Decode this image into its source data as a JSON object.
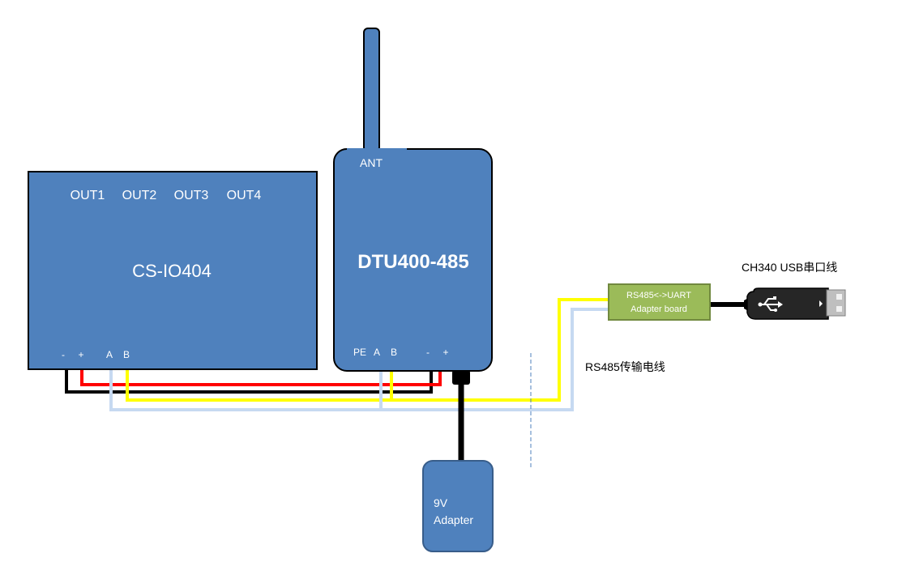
{
  "io404": {
    "title": "CS-IO404",
    "outputs": [
      "OUT1",
      "OUT2",
      "OUT3",
      "OUT4"
    ],
    "terminals": [
      "-",
      "+",
      "A",
      "B"
    ]
  },
  "dtu": {
    "title": "DTU400-485",
    "antenna_label": "ANT",
    "terminals": [
      "PE",
      "A",
      "B",
      "-",
      "+"
    ]
  },
  "adapter_board": {
    "line1": "RS485<->UART",
    "line2": "Adapter board"
  },
  "usb_cable": {
    "label": "CH340 USB串口线"
  },
  "rs485_cable": {
    "label": "RS485传输电线"
  },
  "power_adapter": {
    "line1": "9V",
    "line2": "Adapter"
  },
  "colors": {
    "device_fill": "#4f81bd",
    "device_stroke": "#000000",
    "adapter_fill": "#9bbb59",
    "wire_red": "#ff0000",
    "wire_black": "#000000",
    "wire_yellow": "#ffff00",
    "wire_lightblue": "#c6d9f1",
    "dashed_line": "#4f81bd",
    "usb_body": "#262626"
  }
}
